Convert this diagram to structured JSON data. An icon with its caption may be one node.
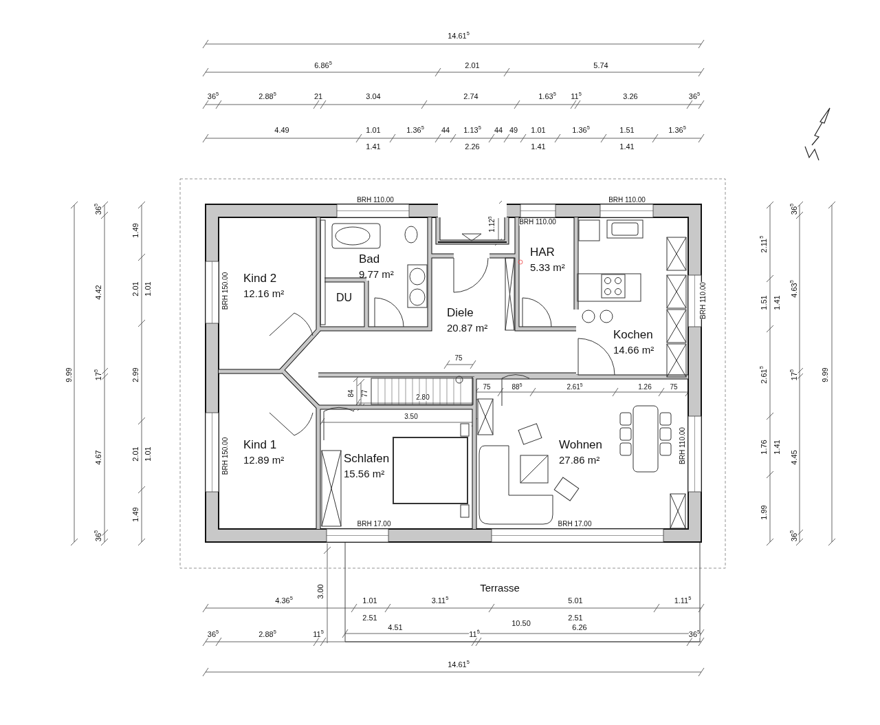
{
  "diagram": {
    "nodes": [
      {
        "text": [
          "Kind 2",
          "12.16 m²"
        ]
      },
      {
        "text": [
          "Bad",
          "9.77 m²"
        ]
      },
      {
        "text": [
          "DU"
        ],
        "in": 1
      },
      {
        "text": [
          "Diele",
          "20.87 m²"
        ]
      },
      {
        "text": [
          "HAR",
          "5.33 m²"
        ]
      },
      {
        "text": [
          "Kochen",
          "14.66 m²"
        ]
      },
      {
        "text": [
          "Kind 1",
          "12.89 m²"
        ]
      },
      {
        "text": [
          "Schlafen",
          "15.56 m²"
        ]
      },
      {
        "text": [
          "Wohnen",
          "27.86 m²"
        ]
      }
    ],
    "labels": [
      "14.61$^{5}$",
      "6.86$^{5}$",
      "2.01",
      "5.74",
      "36$^{5}$",
      "2.88$^{5}$",
      "21",
      "3.04",
      "2.74",
      "1.63$^{5}$",
      "11$^{5}$",
      "3.26",
      "36$^{5}$",
      "4.49",
      "1.01",
      "1.36$^{5}$",
      "44",
      "1.13$^{5}$",
      "44",
      "49",
      "1.01",
      "1.36$^{5}$",
      "1.51",
      "1.36$^{5}$",
      "1.41",
      "2.26",
      "1.41",
      "1.41",
      "9.99",
      "36$^{5}$",
      "4.42",
      "17$^{5}$",
      "4.67",
      "36$^{5}$",
      "1.49",
      "2.01",
      "1.01",
      "2.99",
      "2.01",
      "1.01",
      "1.49",
      "BRH 110.00",
      "BRH 110.00",
      "1.12$^{5}$",
      "BRH 110.00",
      "BRH 150.00",
      "BRH 110.00",
      "75",
      "84",
      "77",
      "2.80",
      "75",
      "88$^{5}$",
      "2.61$^{5}$",
      "1.26",
      "75",
      "3.50",
      "BRH 150.00",
      "BRH 110.00",
      "BRH 17.00",
      "BRH 17.00",
      "2.11$^{5}$",
      "1.51",
      "1.41",
      "2.61$^{5}$",
      "1.76",
      "1.41",
      "1.99",
      "36$^{5}$",
      "4.63$^{5}$",
      "17$^{5}$",
      "4.45",
      "36$^{5}$",
      "9.99",
      "3.00",
      "Terrasse",
      "4.36$^{5}$",
      "1.01",
      "3.11$^{5}$",
      "5.01",
      "1.11$^{5}$",
      "2.51",
      "2.51",
      "10.50",
      "4.51",
      "6.26",
      "36$^{5}$",
      "2.88$^{5}$",
      "11$^{5}$",
      "11$^{5}$",
      "36$^{5}$",
      "14.61$^{5}$"
    ]
  }
}
